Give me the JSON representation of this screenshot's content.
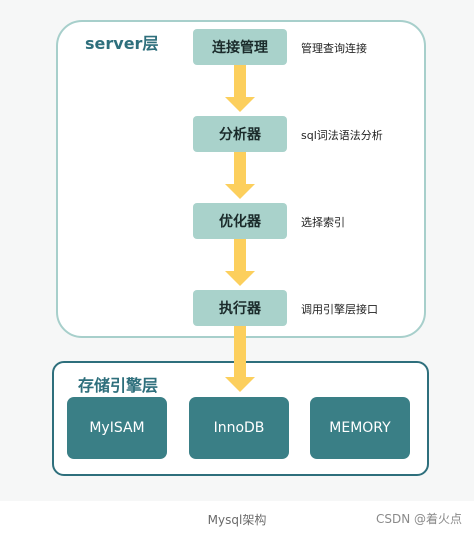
{
  "server_layer": {
    "title": "server层",
    "steps": [
      {
        "label": "连接管理",
        "desc": "管理查询连接"
      },
      {
        "label": "分析器",
        "desc": "sql词法语法分析"
      },
      {
        "label": "优化器",
        "desc": "选择索引"
      },
      {
        "label": "执行器",
        "desc": "调用引擎层接口"
      }
    ]
  },
  "engine_layer": {
    "title": "存储引擎层",
    "engines": [
      "MyISAM",
      "InnoDB",
      "MEMORY"
    ]
  },
  "caption": "Mysql架构",
  "watermark": "CSDN @着火点",
  "colors": {
    "step_fill": "#a9d2cb",
    "arrow": "#fccf5d",
    "engine_fill": "#3a7f86",
    "title_text": "#2e6f7c",
    "server_border": "#a7cfcb"
  }
}
